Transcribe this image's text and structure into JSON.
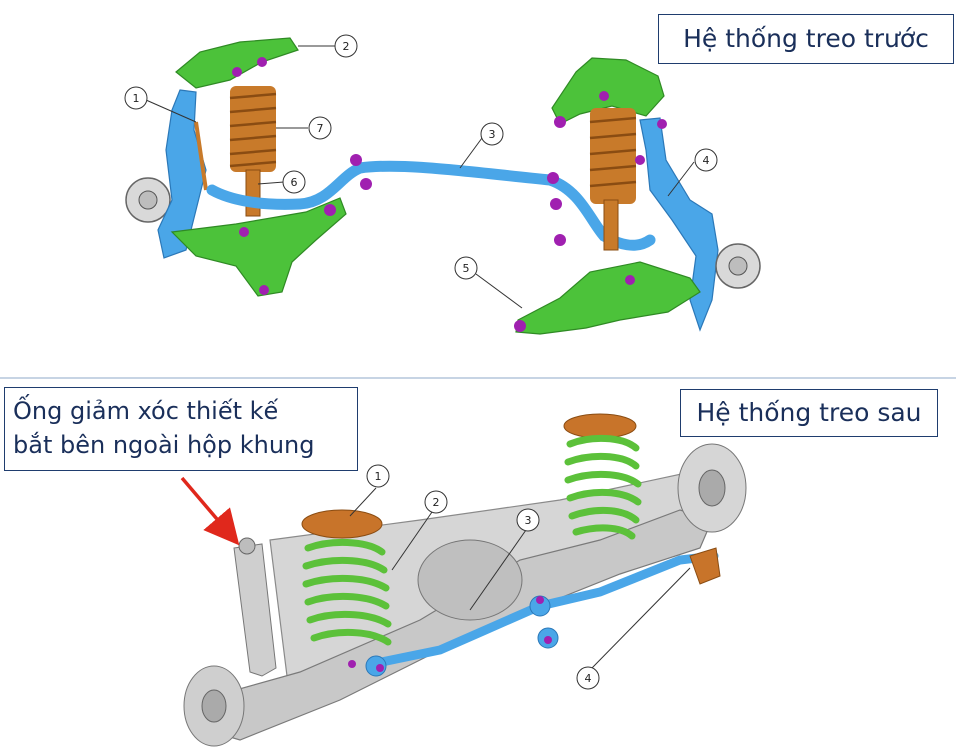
{
  "front": {
    "title": "Hệ thống treo trước",
    "callouts": [
      "1",
      "2",
      "3",
      "4",
      "5",
      "6",
      "7"
    ]
  },
  "rear": {
    "title": "Hệ thống treo sau",
    "callouts": [
      "1",
      "2",
      "3",
      "4"
    ]
  },
  "note": {
    "line1": "Ống giảm xóc thiết kế",
    "line2": "bắt bên ngoài hộp khung"
  },
  "colors": {
    "control_arm": "#4cc23a",
    "knuckle": "#4aa6e8",
    "coil_spring_front": "#c87a2a",
    "coil_spring_rear": "#5cc13a",
    "spring_seat": "#c8742a",
    "bushing": "#a020b0",
    "axle": "#c8c8c8",
    "label_border": "#1f3d6e",
    "label_text": "#1a2f5a",
    "arrow": "#e0281c"
  }
}
